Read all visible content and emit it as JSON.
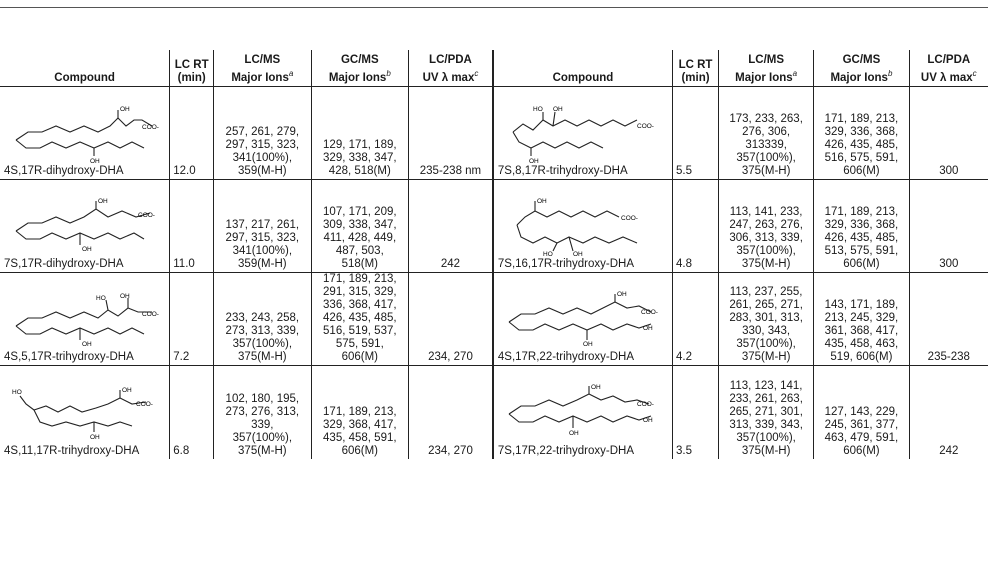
{
  "headers": [
    {
      "label": "Compound",
      "sup": ""
    },
    {
      "label": "LC RT\n(min)",
      "sup": ""
    },
    {
      "label": "LC/MS\nMajor Ions",
      "sup": "a"
    },
    {
      "label": "GC/MS\nMajor Ions",
      "sup": "b"
    },
    {
      "label": "LC/PDA\nUV λ max",
      "sup": "c"
    },
    {
      "label": "Compound",
      "sup": ""
    },
    {
      "label": "LC RT\n(min)",
      "sup": ""
    },
    {
      "label": "LC/MS\nMajor Ions",
      "sup": "a"
    },
    {
      "label": "GC/MS\nMajor Ions",
      "sup": "b"
    },
    {
      "label": "LC/PDA\nUV λ max",
      "sup": "c"
    }
  ],
  "rows": [
    {
      "left": {
        "compound": "4S,17R-dihydroxy-DHA",
        "rt": "12.0",
        "lcms": "257, 261, 279,\n297, 315, 323,\n341(100%),\n359(M-H)",
        "gcms": "129, 171, 189,\n329, 338, 347,\n428, 518(M)",
        "uv": "235-238 nm"
      },
      "right": {
        "compound": "7S,8,17R-trihydroxy-DHA",
        "rt": "5.5",
        "lcms": "173, 233, 263,\n276, 306,\n313339,\n357(100%),\n375(M-H)",
        "gcms": "171, 189, 213,\n329, 336, 368,\n426, 435, 485,\n516, 575, 591,\n606(M)",
        "uv": "300"
      }
    },
    {
      "left": {
        "compound": "7S,17R-dihydroxy-DHA",
        "rt": "11.0",
        "lcms": "137, 217, 261,\n297, 315, 323,\n341(100%),\n359(M-H)",
        "gcms": "107, 171, 209,\n309, 338, 347,\n411, 428, 449,\n487, 503,\n518(M)",
        "uv": "242"
      },
      "right": {
        "compound": "7S,16,17R-trihydroxy-DHA",
        "rt": "4.8",
        "lcms": "113, 141, 233,\n247, 263, 276,\n306, 313, 339,\n357(100%),\n375(M-H)",
        "gcms": "171, 189, 213,\n329, 336, 368,\n426, 435, 485,\n513, 575, 591,\n606(M)",
        "uv": "300"
      }
    },
    {
      "left": {
        "compound": "4S,5,17R-trihydroxy-DHA",
        "rt": "7.2",
        "lcms": "233, 243, 258,\n273, 313, 339,\n357(100%),\n375(M-H)",
        "gcms": "171, 189, 213,\n291, 315, 329,\n336, 368, 417,\n426, 435, 485,\n516, 519, 537,\n575, 591,\n606(M)",
        "uv": "234, 270"
      },
      "right": {
        "compound": "4S,17R,22-trihydroxy-DHA",
        "rt": "4.2",
        "lcms": "113, 237, 255,\n261, 265, 271,\n283, 301, 313,\n330, 343,\n357(100%),\n375(M-H)",
        "gcms": "143, 171, 189,\n213, 245, 329,\n361, 368, 417,\n435, 458, 463,\n519, 606(M)",
        "uv": "235-238"
      }
    },
    {
      "left": {
        "compound": "4S,11,17R-trihydroxy-DHA",
        "rt": "6.8",
        "lcms": "102, 180, 195,\n273, 276, 313,\n339,\n357(100%),\n375(M-H)",
        "gcms": "171, 189, 213,\n329, 368, 417,\n435, 458, 591,\n606(M)",
        "uv": "234, 270"
      },
      "right": {
        "compound": "7S,17R,22-trihydroxy-DHA",
        "rt": "3.5",
        "lcms": "113, 123, 141,\n233, 261, 263,\n265, 271, 301,\n313, 339, 343,\n357(100%),\n375(M-H)",
        "gcms": "127, 143, 229,\n245, 361, 377,\n463, 479, 591,\n606(M)",
        "uv": "242"
      }
    }
  ],
  "structure_labels": {
    "oh": "OH",
    "ho": "HO",
    "coo": "COO-"
  }
}
